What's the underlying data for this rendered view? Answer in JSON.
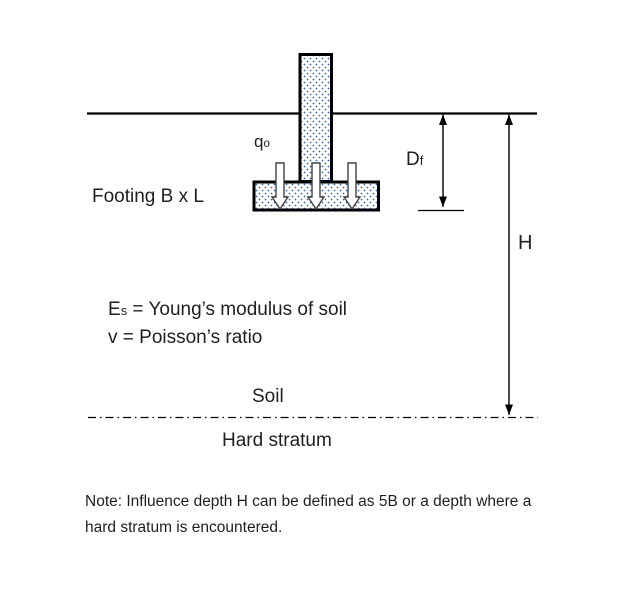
{
  "diagram": {
    "labels": {
      "load": {
        "base": "q",
        "sub": "o"
      },
      "footing": "Footing B x L",
      "embedment_depth": {
        "base": "D",
        "sub": "f"
      },
      "influence_depth": "H",
      "soil": "Soil",
      "hard_stratum": "Hard stratum"
    },
    "legend": {
      "youngs_modulus": {
        "base": "E",
        "sub": "s",
        "rest": " = Young’s modulus of soil"
      },
      "poissons_ratio": "v = Poisson’s ratio"
    },
    "note": "Note: Influence depth H can be defined as 5B or a depth where a hard stratum is encountered.",
    "colors": {
      "line": "#000000",
      "text": "#1f1f1f",
      "stipple_dot": "#3b62a5",
      "arrow_outline": "#404040",
      "background": "#ffffff"
    }
  }
}
